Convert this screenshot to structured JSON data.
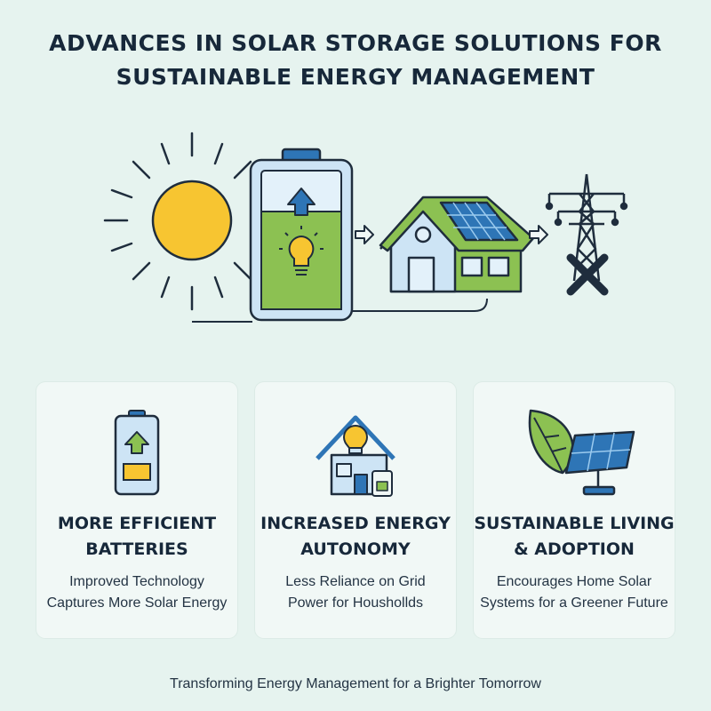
{
  "title": {
    "line1": "ADVANCES IN SOLAR STORAGE SOLUTIONS FOR",
    "line2": "SUSTAINABLE ENERGY MANAGEMENT"
  },
  "colors": {
    "background": "#e6f3ef",
    "card": "#f1f8f6",
    "sun": "#f7c531",
    "battery_blue": "#2e75b6",
    "battery_green": "#8cc152",
    "solar_panel": "#2e75b6",
    "text": "#17283a"
  },
  "hero_icons": [
    "sun-icon",
    "battery-icon",
    "house-icon",
    "transmission-tower-icon"
  ],
  "cards": [
    {
      "icon": "battery-icon",
      "title_line1": "MORE EFFICIENT",
      "title_line2": "BATTERIES",
      "desc_line1": "Improved Technology",
      "desc_line2": "Captures More Solar Energy"
    },
    {
      "icon": "house-icon",
      "title_line1": "INCREASED ENERGY",
      "title_line2": "AUTONOMY",
      "desc_line1": "Less Reliance on Grid",
      "desc_line2": "Power for Houshollds"
    },
    {
      "icon": "leaf-solar-panel-icon",
      "title_line1": "SUSTAINABLE LIVING",
      "title_line2": "& ADOPTION",
      "desc_line1": "Encourages Home Solar",
      "desc_line2": "Systems for a Greener Future"
    }
  ],
  "footer": "Transforming Energy Management for a Brighter Tomorrow"
}
